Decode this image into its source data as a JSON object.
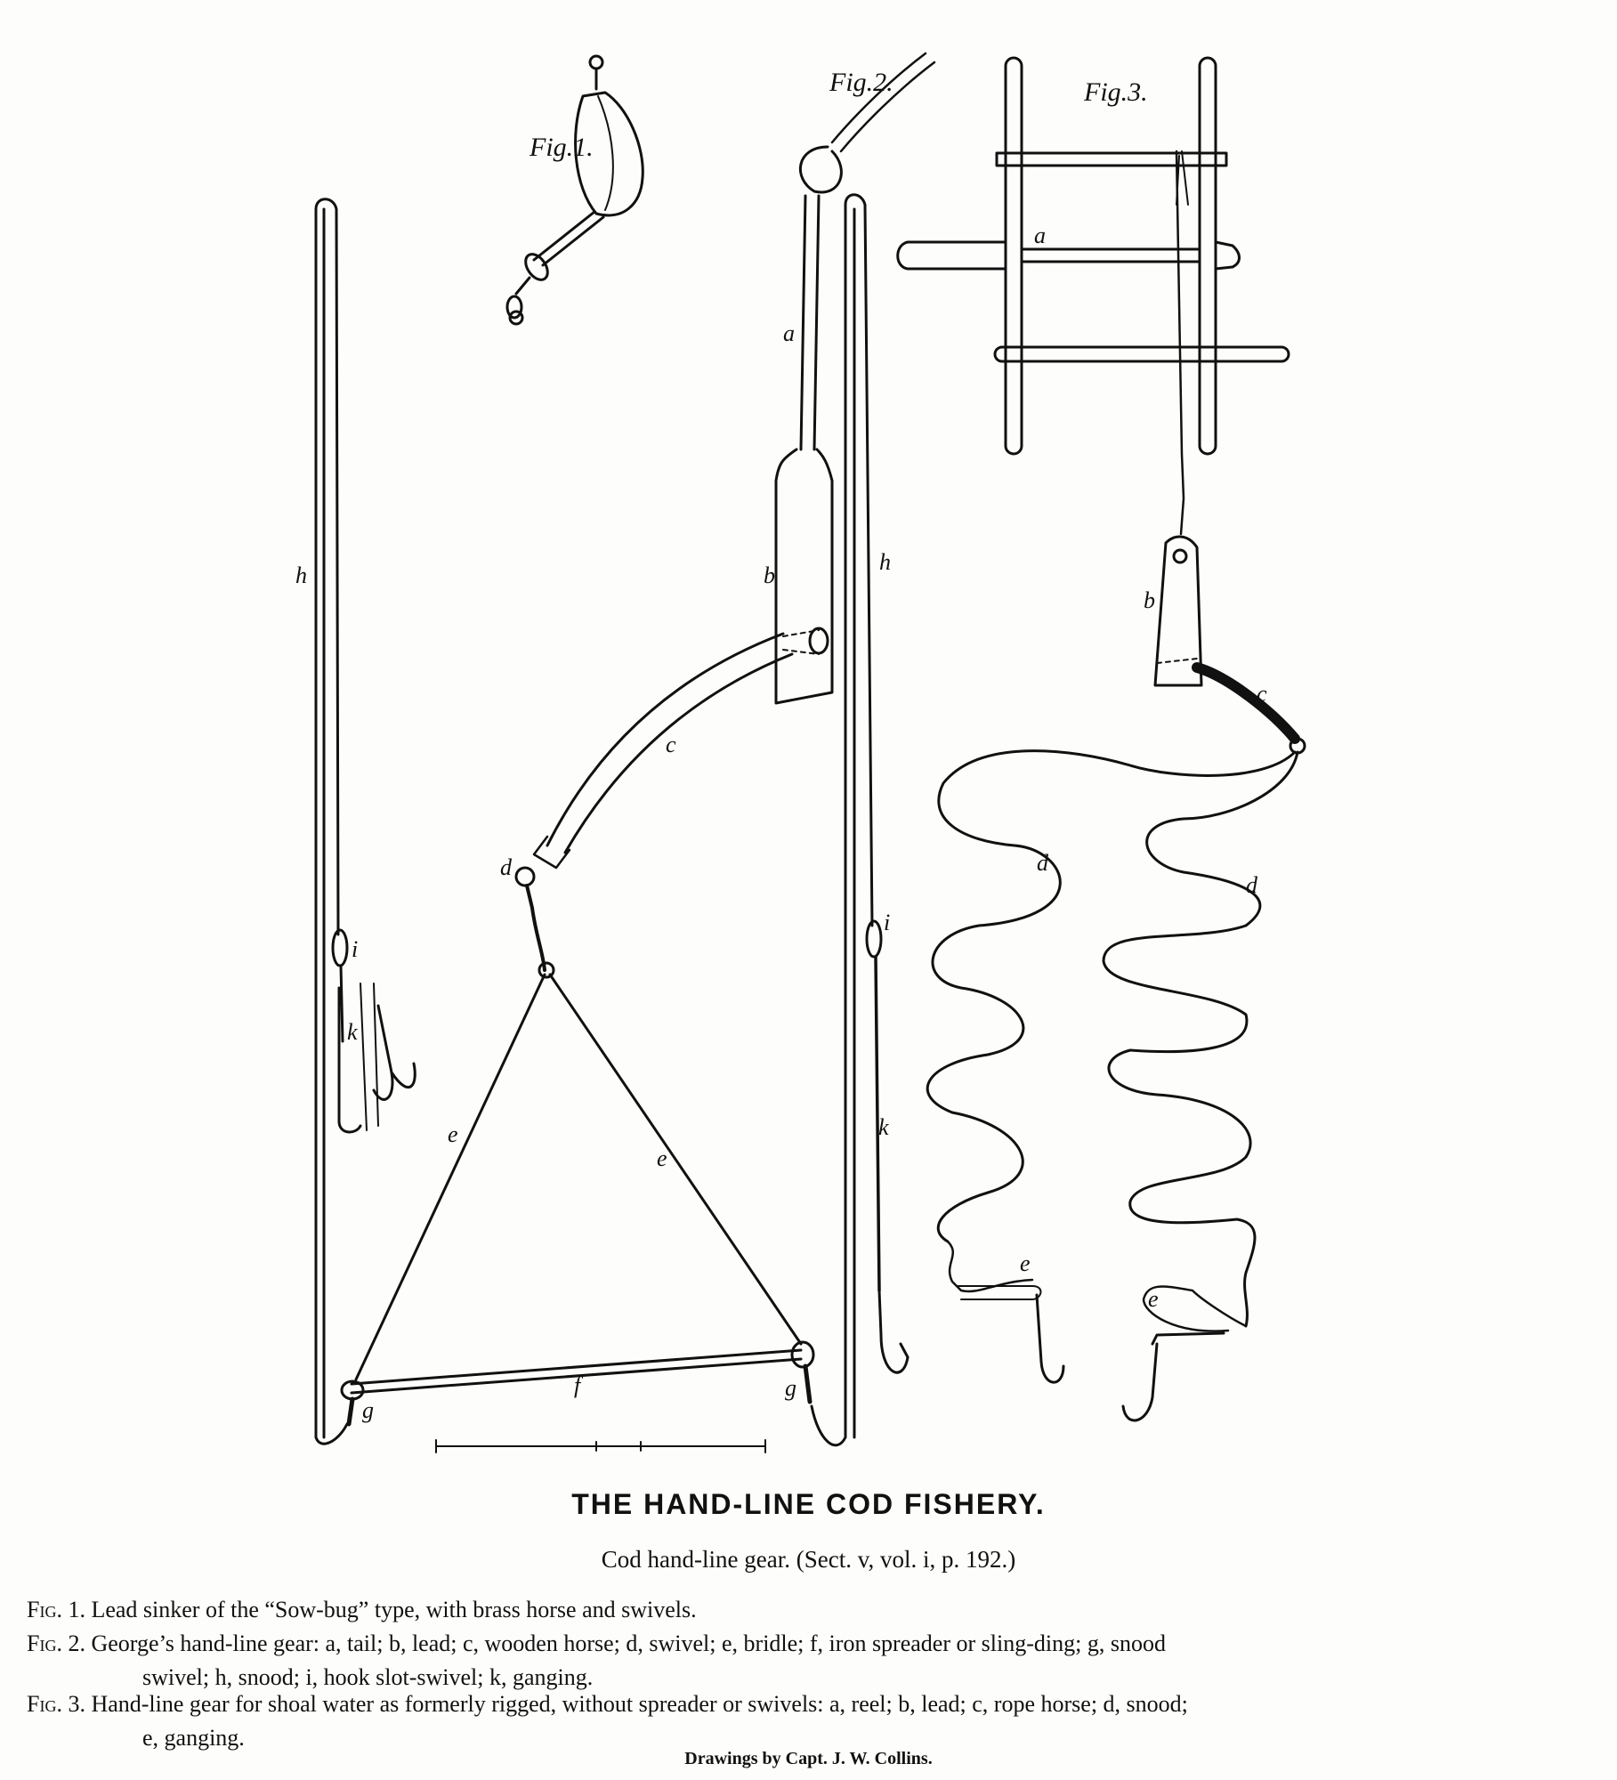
{
  "figure_labels": {
    "fig1": "Fig.1.",
    "fig2": "Fig.2.",
    "fig3": "Fig.3."
  },
  "part_labels": {
    "a_fig2": "a",
    "b_fig2": "b",
    "c_fig2": "c",
    "d_fig2": "d",
    "e_left": "e",
    "e_right": "e",
    "f": "f",
    "g_left": "g",
    "g_right": "g",
    "h_left": "h",
    "h_right": "h",
    "i_left": "i",
    "i_right": "i",
    "k_left": "k",
    "k_right": "k",
    "a_fig3": "a",
    "b_fig3": "b",
    "c_fig3": "c",
    "d_fig3_left": "d",
    "d_fig3_right": "d",
    "e_fig3_left": "e",
    "e_fig3_right": "e"
  },
  "title": "THE HAND-LINE COD FISHERY.",
  "subtitle": "Cod hand-line gear.   (Sect. v, vol. i, p. 192.)",
  "captions": [
    {
      "fig": "Fig. 1.",
      "text": "Lead sinker of the “Sow-bug” type, with brass horse and swivels."
    },
    {
      "fig": "Fig. 2.",
      "text": "George’s hand-line gear: a, tail; b, lead; c, wooden horse; d, swivel; e, bridle; f, iron spreader or sling-ding; g, snood",
      "continuation": "swivel; h, snood; i, hook slot-swivel; k, ganging."
    },
    {
      "fig": "Fig. 3.",
      "text": "Hand-line gear for shoal water as formerly rigged, without spreader or swivels: a, reel; b, lead; c, rope horse; d, snood;",
      "continuation": "e, ganging."
    }
  ],
  "credit": "Drawings by Capt. J. W. Collins.",
  "colors": {
    "ink": "#111111",
    "paper": "#fdfdfb"
  }
}
